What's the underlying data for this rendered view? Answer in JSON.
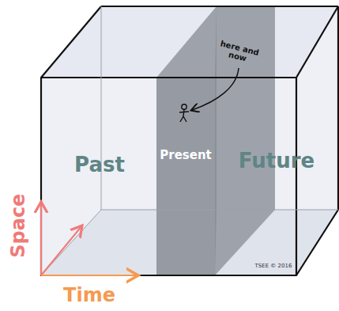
{
  "diagram": {
    "nodes": [
      {
        "text": [
          "Present"
        ]
      }
    ],
    "labels": [
      "here and now",
      "Past",
      "Future",
      "Space",
      "Time",
      "TSEE © 2016"
    ]
  }
}
